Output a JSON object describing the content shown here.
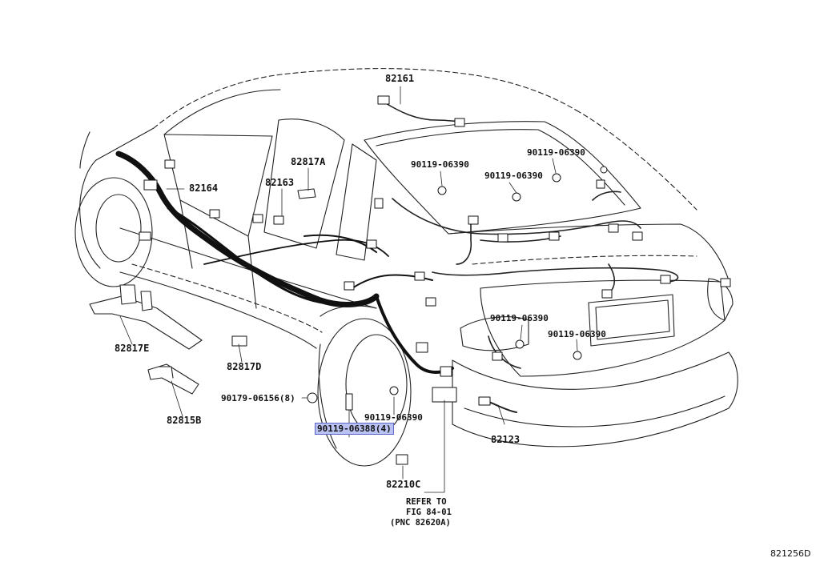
{
  "diagram": {
    "figure_code": "821256D",
    "highlight_color": "#b9c2f2",
    "labels": {
      "p82161": "82161",
      "p82817A": "82817A",
      "p82163": "82163",
      "p82164": "82164",
      "p82817E": "82817E",
      "p82815B": "82815B",
      "p82817D": "82817D",
      "b90179": "90179-06156(8)",
      "b90119_06388": "90119-06388(4)",
      "b90119_left_top": "90119-06390",
      "b90119_mid_top": "90119-06390",
      "b90119_right_top": "90119-06390",
      "b90119_lower_mid": "90119-06390",
      "b90119_rear_a": "90119-06390",
      "b90119_rear_b": "90119-06390",
      "p82123": "82123",
      "p82210C": "82210C",
      "refer_line1": "REFER TO",
      "refer_line2": "FIG 84-01",
      "refer_line3": "(PNC 82620A)"
    }
  }
}
